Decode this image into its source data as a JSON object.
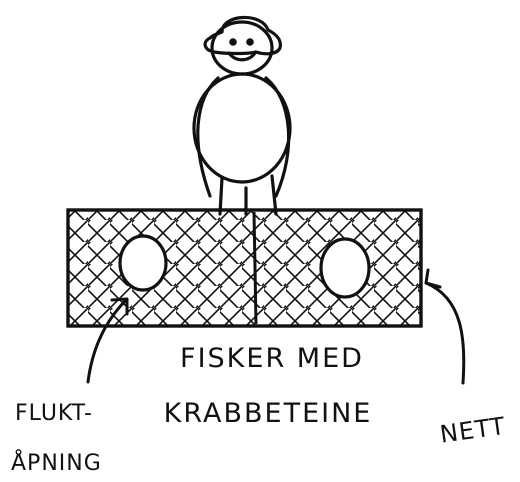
{
  "labels": {
    "title_line1": "FISKER MED",
    "title_line2": "KRABBETEINE",
    "escape_line1": "FLUKT-",
    "escape_line2": "ÅPNING",
    "net": "NETT"
  },
  "colors": {
    "ink": "#111111",
    "paper": "#ffffff"
  }
}
